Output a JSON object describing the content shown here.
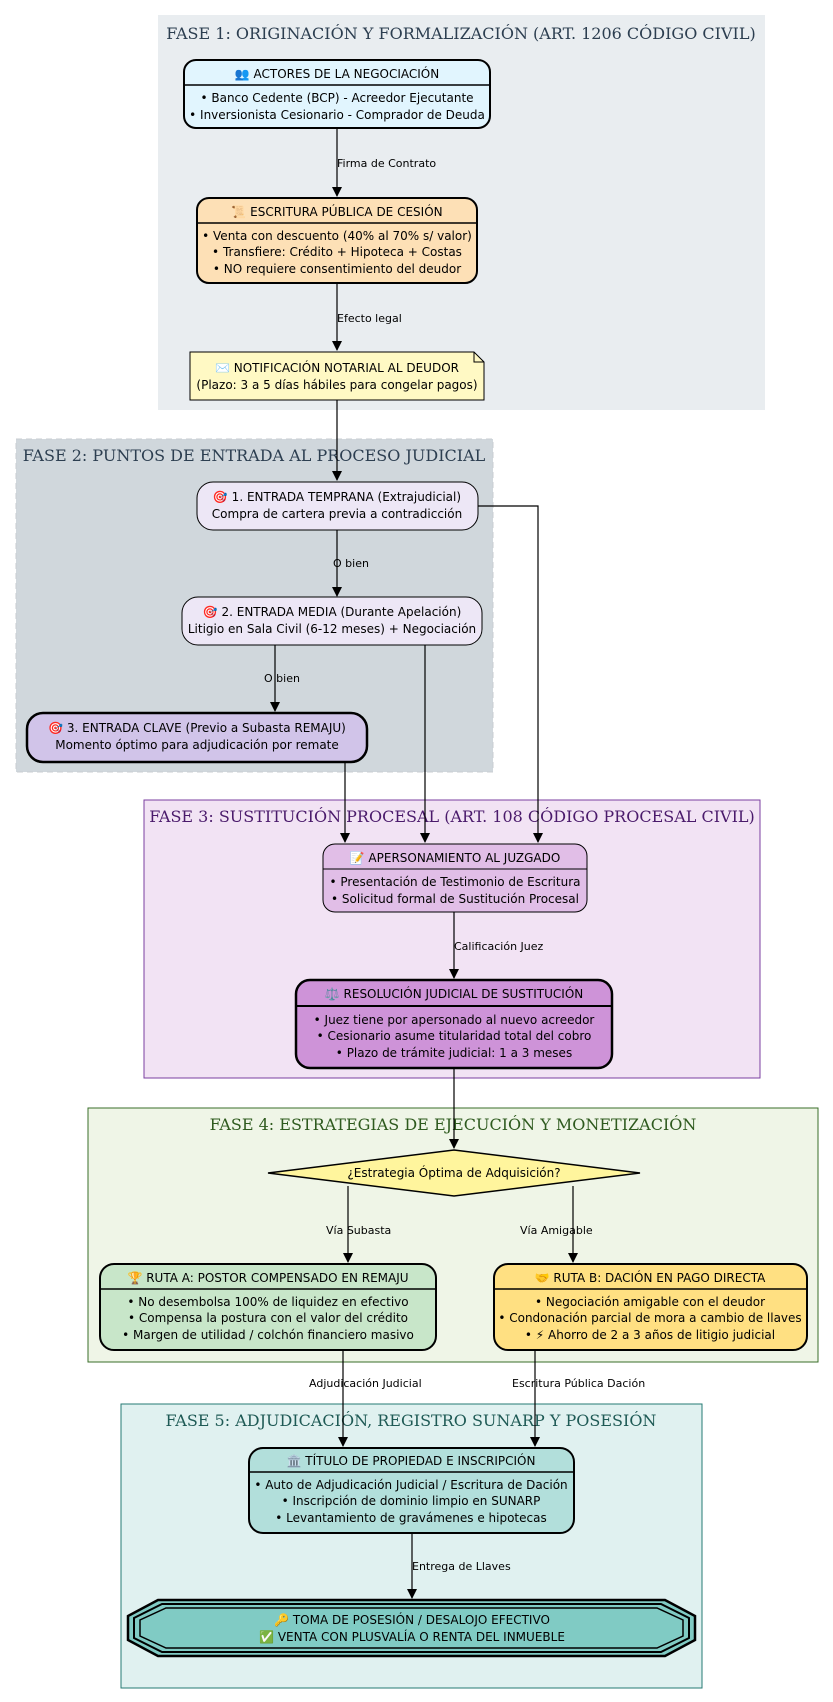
{
  "clusters": {
    "fase1": "FASE 1: ORIGINACIÓN Y FORMALIZACIÓN (ART. 1206 CÓDIGO CIVIL)",
    "fase2": "FASE 2: PUNTOS DE ENTRADA AL PROCESO JUDICIAL",
    "fase3": "FASE 3: SUSTITUCIÓN PROCESAL (ART. 108 CÓDIGO PROCESAL CIVIL)",
    "fase4": "FASE 4: ESTRATEGIAS DE EJECUCIÓN Y MONETIZACIÓN",
    "fase5": "FASE 5: ADJUDICACIÓN, REGISTRO SUNARP Y POSESIÓN"
  },
  "nodes": {
    "actores": {
      "title": "👥 ACTORES DE LA NEGOCIACIÓN",
      "lines": [
        "• Banco Cedente (BCP) - Acreedor Ejecutante",
        "• Inversionista Cesionario - Comprador de Deuda"
      ]
    },
    "escritura": {
      "title": "📜 ESCRITURA PÚBLICA DE CESIÓN",
      "lines": [
        "• Venta con descuento (40% al 70% s/ valor)",
        "• Transfiere: Crédito + Hipoteca + Costas",
        "• NO requiere consentimiento del deudor"
      ]
    },
    "notificacion": {
      "lines": [
        "✉️ NOTIFICACIÓN NOTARIAL AL DEUDOR",
        "(Plazo: 3 a 5 días hábiles para congelar pagos)"
      ]
    },
    "entrada1": {
      "lines": [
        "🎯 1. ENTRADA TEMPRANA (Extrajudicial)",
        "Compra de cartera previa a contradicción"
      ]
    },
    "entrada2": {
      "lines": [
        "🎯 2. ENTRADA MEDIA (Durante Apelación)",
        "Litigio en Sala Civil (6-12 meses) + Negociación"
      ]
    },
    "entrada3": {
      "lines": [
        "🎯 3. ENTRADA CLAVE (Previo a Subasta REMAJU)",
        "Momento óptimo para adjudicación por remate"
      ]
    },
    "apersonamiento": {
      "title": "📝 APERSONAMIENTO AL JUZGADO",
      "lines": [
        "• Presentación de Testimonio de Escritura",
        "• Solicitud formal de Sustitución Procesal"
      ]
    },
    "resolucion": {
      "title": "⚖️ RESOLUCIÓN JUDICIAL DE SUSTITUCIÓN",
      "lines": [
        "• Juez tiene por apersonado al nuevo acreedor",
        "• Cesionario asume titularidad total del cobro",
        "• Plazo de trámite judicial: 1 a 3 meses"
      ]
    },
    "decision": {
      "text": "¿Estrategia Óptima de Adquisición?"
    },
    "rutaA": {
      "title": "🏆 RUTA A: POSTOR COMPENSADO EN REMAJU",
      "lines": [
        "• No desembolsa 100% de liquidez en efectivo",
        "• Compensa la postura con el valor del crédito",
        "• Margen de utilidad / colchón financiero masivo"
      ]
    },
    "rutaB": {
      "title": "🤝 RUTA B: DACIÓN EN PAGO DIRECTA",
      "lines": [
        "• Negociación amigable con el deudor",
        "• Condonación parcial de mora a cambio de llaves",
        "• ⚡ Ahorro de 2 a 3 años de litigio judicial"
      ]
    },
    "titulo": {
      "title": "🏛️ TÍTULO DE PROPIEDAD E INSCRIPCIÓN",
      "lines": [
        "• Auto de Adjudicación Judicial / Escritura de Dación",
        "• Inscripción de dominio limpio en SUNARP",
        "• Levantamiento de gravámenes e hipotecas"
      ]
    },
    "posesion": {
      "lines": [
        "🔑 TOMA DE POSESIÓN / DESALOJO EFECTIVO",
        "✅ VENTA CON PLUSVALÍA O RENTA DEL INMUEBLE"
      ]
    }
  },
  "edges": {
    "firma": "Firma de Contrato",
    "efecto": "Efecto legal",
    "obien1": "O bien",
    "obien2": "O bien",
    "calificacion": "Calificación Juez",
    "subasta": "Vía Subasta",
    "amigable": "Vía Amigable",
    "adjudicacion": "Adjudicación Judicial",
    "escrituraDacion": "Escritura Pública Dación",
    "entrega": "Entrega de Llaves"
  },
  "colors": {
    "fase1_bg": "#e9edf0",
    "fase2_bg": "#d0d7dc",
    "fase3_bg": "#f2e3f4",
    "fase3_border": "#7b3fa0",
    "fase4_bg": "#eff5e7",
    "fase4_border": "#3a6e2a",
    "fase5_bg": "#e0f1f0",
    "fase5_border": "#257a73"
  }
}
